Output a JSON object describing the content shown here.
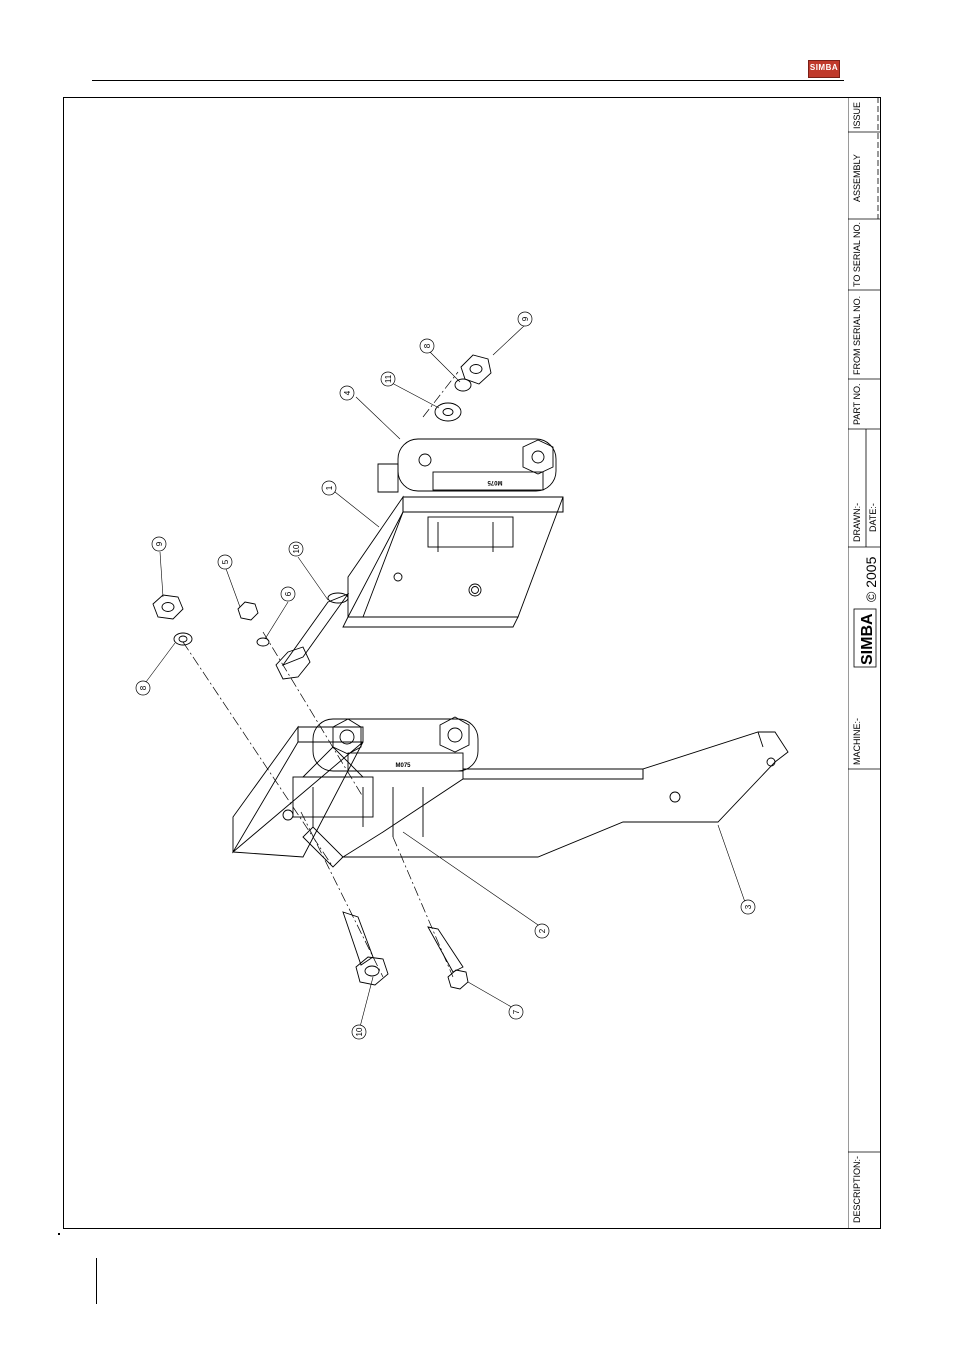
{
  "logo_top": {
    "text": "SIMBA"
  },
  "title_block": {
    "issue": "ISSUE",
    "assembly": "ASSEMBLY",
    "to_serial": "TO SERIAL NO.",
    "from_serial": "FROM SERIAL NO.",
    "part_no": "PART NO.",
    "drawn": "DRAWN:-",
    "date": "DATE:-",
    "copyright": "© 2005",
    "brand": "SIMBA",
    "machine": "MACHINE:-",
    "description": "DESCRIPTION:-"
  },
  "drawing": {
    "plate_label_upper": "M075",
    "plate_label_lower": "M075",
    "callouts": [
      {
        "id": "c9a",
        "label": "9"
      },
      {
        "id": "c8a",
        "label": "8"
      },
      {
        "id": "c11",
        "label": "11"
      },
      {
        "id": "c4",
        "label": "4"
      },
      {
        "id": "c1",
        "label": "1"
      },
      {
        "id": "c9b",
        "label": "9"
      },
      {
        "id": "c5",
        "label": "5"
      },
      {
        "id": "c10a",
        "label": "10"
      },
      {
        "id": "c6",
        "label": "6"
      },
      {
        "id": "c8b",
        "label": "8"
      },
      {
        "id": "c2",
        "label": "2"
      },
      {
        "id": "c3",
        "label": "3"
      },
      {
        "id": "c7",
        "label": "7"
      },
      {
        "id": "c10b",
        "label": "10"
      }
    ]
  }
}
